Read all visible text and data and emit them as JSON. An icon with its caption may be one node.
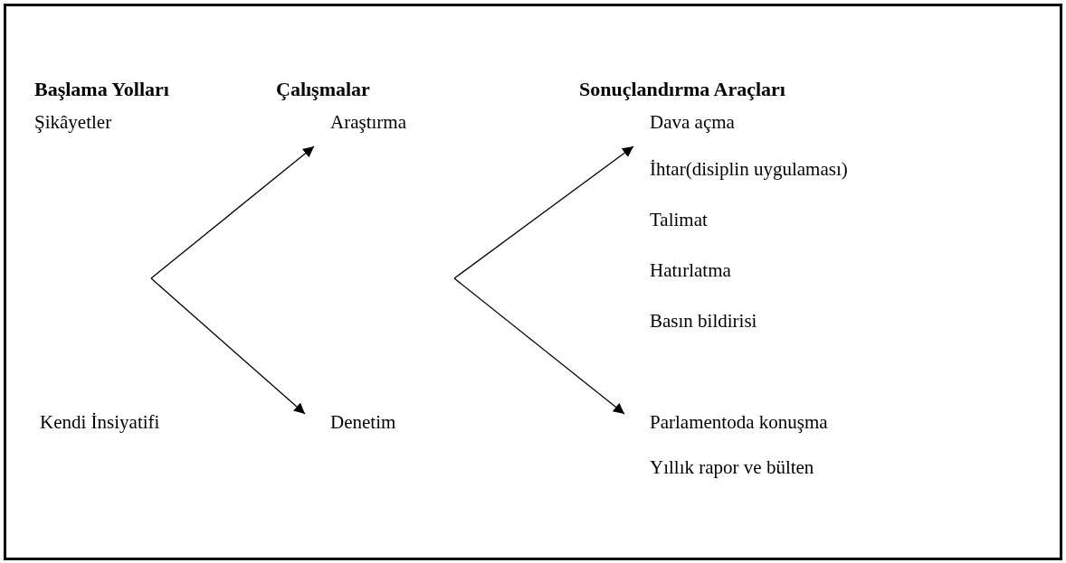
{
  "diagram": {
    "nodes": [
      {
        "text": [
          "Araştırma"
        ]
      },
      {
        "text": [
          "Denetim"
        ]
      },
      {
        "text": [
          "Dava açma"
        ]
      },
      {
        "text": [
          "Parlamentoda konuşma"
        ]
      }
    ],
    "edges": [
      {
        "from": null,
        "to": 0,
        "arrow": "to"
      },
      {
        "from": null,
        "to": 1,
        "arrow": "to"
      },
      {
        "from": null,
        "to": 2,
        "arrow": "to"
      },
      {
        "from": null,
        "to": 3,
        "arrow": "to"
      }
    ],
    "labels": [
      "Başlama Yolları",
      "Çalışmalar",
      "Sonuçlandırma Araçları",
      "Şikâyetler",
      "İhtar(disiplin uygulaması)",
      "Talimat",
      "Hatırlatma",
      "Basın bildirisi",
      "Kendi İnsiyatifi",
      "Yıllık rapor ve bülten"
    ]
  }
}
